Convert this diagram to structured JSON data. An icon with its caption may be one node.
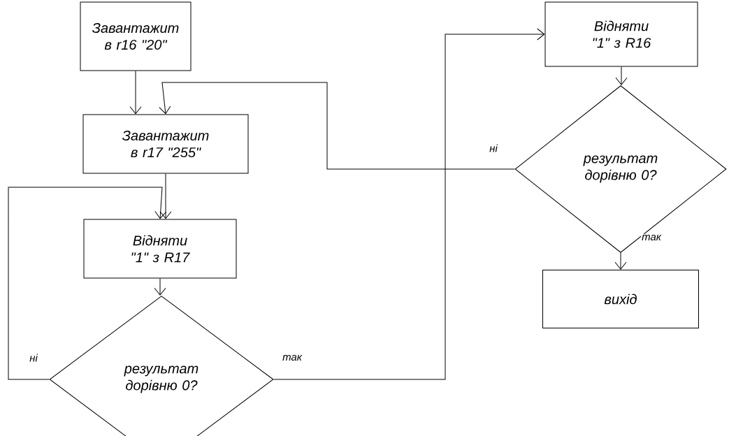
{
  "diagram": {
    "nodes": [
      {
        "text": [
          "Завантажит в r16 \"20\""
        ]
      },
      {
        "text": [
          "Завантажит в r17 \"255\""
        ]
      },
      {
        "text": [
          "Відняти \"1\" з R17"
        ]
      },
      {
        "text": [
          "результат дорівню 0?"
        ]
      },
      {
        "text": [
          "Відняти \"1\" з R16"
        ]
      },
      {
        "text": [
          "результат дорівню 0?"
        ]
      },
      {
        "text": [
          "вихід"
        ]
      }
    ],
    "edges": [
      {
        "from": 0,
        "to": 1,
        "arrow": "to"
      },
      {
        "from": 1,
        "to": 2,
        "arrow": "to"
      },
      {
        "from": 2,
        "to": 3,
        "arrow": "to"
      },
      {
        "from": 3,
        "to": 2,
        "arrow": "to",
        "label": "ні"
      },
      {
        "from": 3,
        "to": 4,
        "arrow": "to",
        "label": "так"
      },
      {
        "from": 4,
        "to": 5,
        "arrow": "to"
      },
      {
        "from": 5,
        "to": 1,
        "arrow": "to",
        "label": "ні"
      },
      {
        "from": 5,
        "to": 6,
        "arrow": "to",
        "label": "так"
      }
    ]
  }
}
